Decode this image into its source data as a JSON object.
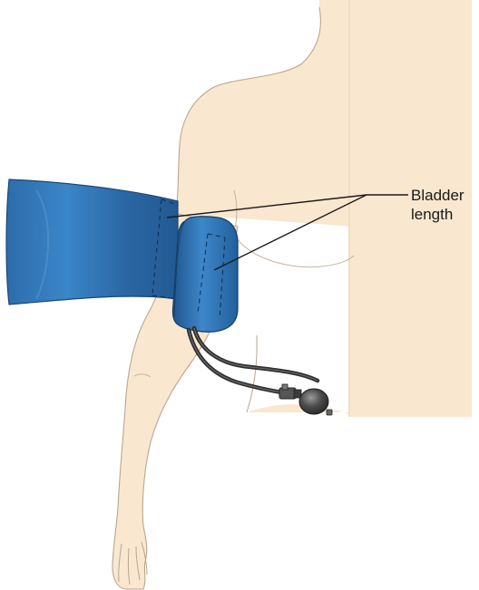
{
  "diagram": {
    "callout": {
      "line1": "Bladder",
      "line2": "length"
    },
    "colors": {
      "skin": "#f9e7cf",
      "skin_outline": "#b9a690",
      "cuff": "#2f6fae",
      "cuff_dark": "#1f4e82",
      "cuff_light": "#5d9ad3",
      "tube": "#3c3c3c",
      "bulb": "#4a4a4a"
    },
    "icons": [
      "arm-illustration",
      "blood-pressure-cuff-icon",
      "inflation-bulb-icon"
    ]
  }
}
